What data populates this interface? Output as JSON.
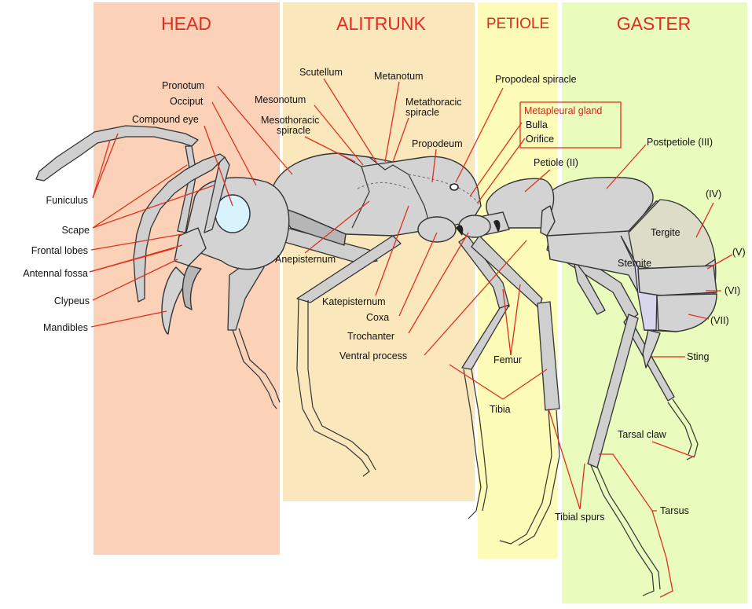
{
  "sections": {
    "head": "HEAD",
    "alitrunk": "ALITRUNK",
    "petiole": "PETIOLE",
    "gaster": "GASTER"
  },
  "colors": {
    "head_band": "#fbd1b8",
    "alitrunk_band": "#fbe7bc",
    "petiole_band": "#fdfbb8",
    "gaster_band": "#e9fbbd",
    "section_title": "#e52b1f",
    "leader_line": "#e0301e",
    "body_fill": "#d3d3d3",
    "eye_fill": "#d8f3fb",
    "tergite_fill": "#dcdcc9",
    "sternite_fill": "#d8d6ec"
  },
  "labels": {
    "pronotum": "Pronotum",
    "occiput": "Occiput",
    "compound_eye": "Compound eye",
    "funiculus": "Funiculus",
    "scape": "Scape",
    "frontal_lobes": "Frontal lobes",
    "antennal_fossa": "Antennal fossa",
    "clypeus": "Clypeus",
    "mandibles": "Mandibles",
    "scutellum": "Scutellum",
    "metanotum": "Metanotum",
    "mesonotum": "Mesonotum",
    "metathoracic_spiracle_1": "Metathoracic",
    "metathoracic_spiracle_2": "spiracle",
    "mesothoracic_spiracle_1": "Mesothoracic",
    "mesothoracic_spiracle_2": "spiracle",
    "propodeum": "Propodeum",
    "propodeal_spiracle": "Propodeal spiracle",
    "metapleural_gland": "Metapleural gland",
    "bulla": "Bulla",
    "orifice": "Orifice",
    "petiole_ii": "Petiole (II)",
    "postpetiole_iii": "Postpetiole (III)",
    "iv": "(IV)",
    "tergite": "Tergite",
    "v": "(V)",
    "sternite": "Sternite",
    "vi": "(VI)",
    "vii": "(VII)",
    "anepisternum": "Anepisternum",
    "katepisternum": "Katepisternum",
    "coxa": "Coxa",
    "trochanter": "Trochanter",
    "ventral_process": "Ventral process",
    "femur": "Femur",
    "tibia": "Tibia",
    "sting": "Sting",
    "tarsal_claw": "Tarsal claw",
    "tibial_spurs": "Tibial spurs",
    "tarsus": "Tarsus"
  }
}
